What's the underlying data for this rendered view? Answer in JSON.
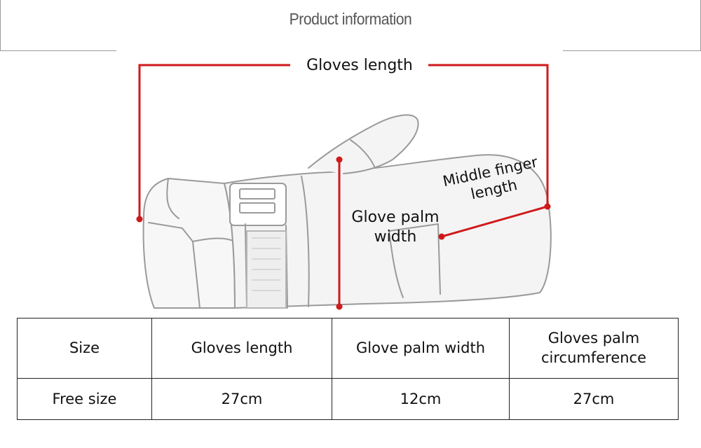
{
  "header": {
    "title": "Product information"
  },
  "diagram": {
    "gloves_length_label": "Gloves length",
    "palm_width_label_line1": "Glove palm",
    "palm_width_label_line2": "width",
    "middle_finger_label_line1": "Middle finger",
    "middle_finger_label_line2": "length",
    "accent_color": "#d0191b"
  },
  "size_table": {
    "headers": [
      "Size",
      "Gloves length",
      "Glove palm width",
      "Gloves palm circumference"
    ],
    "rows": [
      [
        "Free size",
        "27cm",
        "12cm",
        "27cm"
      ]
    ]
  }
}
